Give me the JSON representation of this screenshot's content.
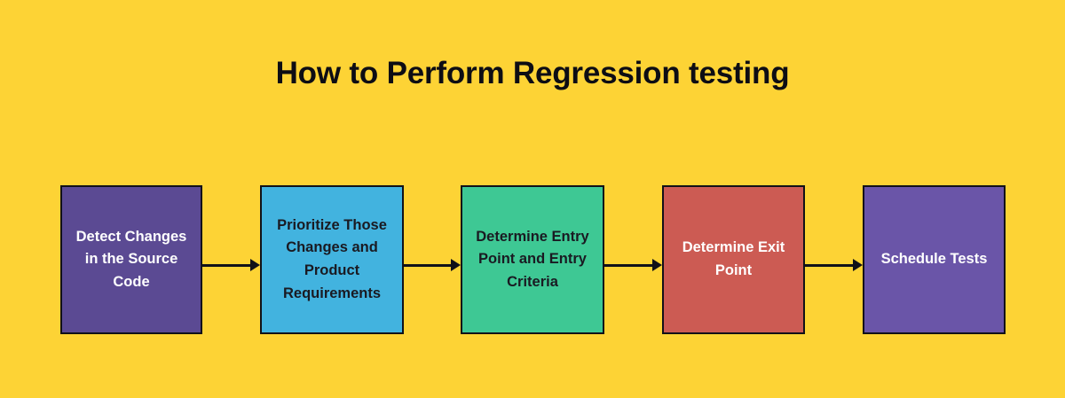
{
  "diagram": {
    "title": "How to Perform Regression testing",
    "background_color": "#FDD335",
    "title_color": "#0D0D14",
    "border_color": "#111118",
    "type": "horizontal-flowchart",
    "steps": [
      {
        "index": 1,
        "label": "Detect Changes in the Source Code",
        "fill_color": "#5B4A93",
        "text_color": "#FFFFFF"
      },
      {
        "index": 2,
        "label": "Prioritize Those Changes and Product Requirements",
        "fill_color": "#42B3DF",
        "text_color": "#1A1A22"
      },
      {
        "index": 3,
        "label": "Determine Entry Point and Entry Criteria",
        "fill_color": "#3EC894",
        "text_color": "#1A1A22"
      },
      {
        "index": 4,
        "label": "Determine Exit Point",
        "fill_color": "#CC5B53",
        "text_color": "#FFFFFF"
      },
      {
        "index": 5,
        "label": "Schedule Tests",
        "fill_color": "#6A55A8",
        "text_color": "#FFFFFF"
      }
    ],
    "connectors": [
      {
        "from": 1,
        "to": 2,
        "style": "arrow-right"
      },
      {
        "from": 2,
        "to": 3,
        "style": "arrow-right"
      },
      {
        "from": 3,
        "to": 4,
        "style": "arrow-right"
      },
      {
        "from": 4,
        "to": 5,
        "style": "arrow-right"
      }
    ]
  }
}
